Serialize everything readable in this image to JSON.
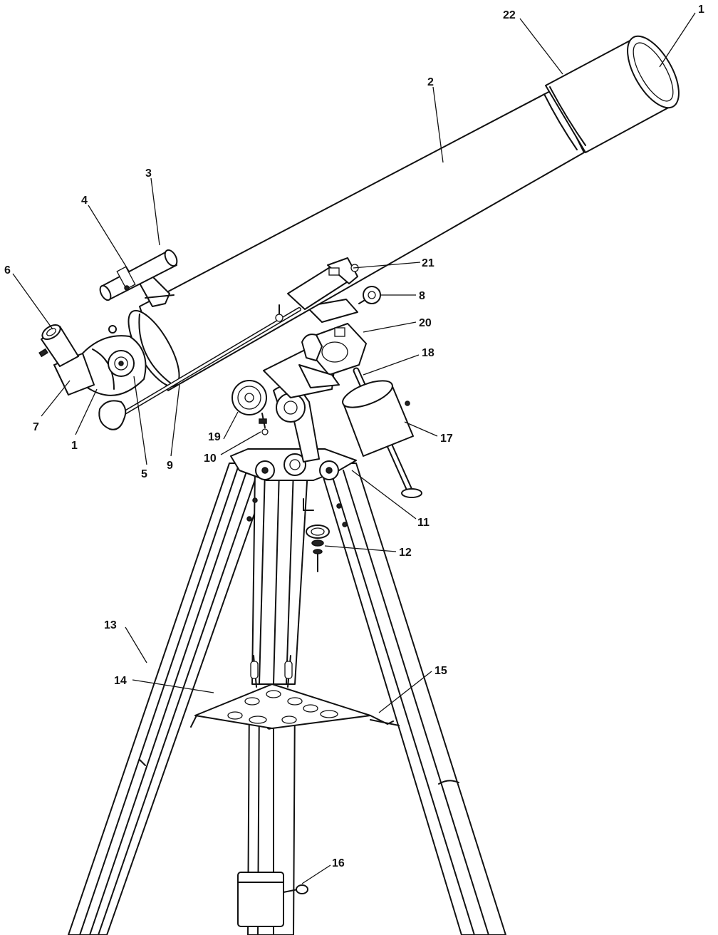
{
  "diagram": {
    "callouts": {
      "objective_lens": "1",
      "dew_shield": "22",
      "optical_tube": "2",
      "finderscope": "3",
      "finder_bracket": "4",
      "eyepiece": "6",
      "diagonal": "7",
      "focuser": "1",
      "focus_knob": "5",
      "slow_motion_cable": "9",
      "tube_ring": "21",
      "lock_knob": "8",
      "mount_head": "20",
      "counterweight_shaft": "18",
      "counterweight": "17",
      "latitude_knob": "19",
      "latitude_bolt": "10",
      "tripod_head": "11",
      "mount_bolt": "12",
      "tripod_leg": "13",
      "accessory_tray": "14",
      "tray_brace": "15",
      "leg_lock": "16"
    }
  }
}
